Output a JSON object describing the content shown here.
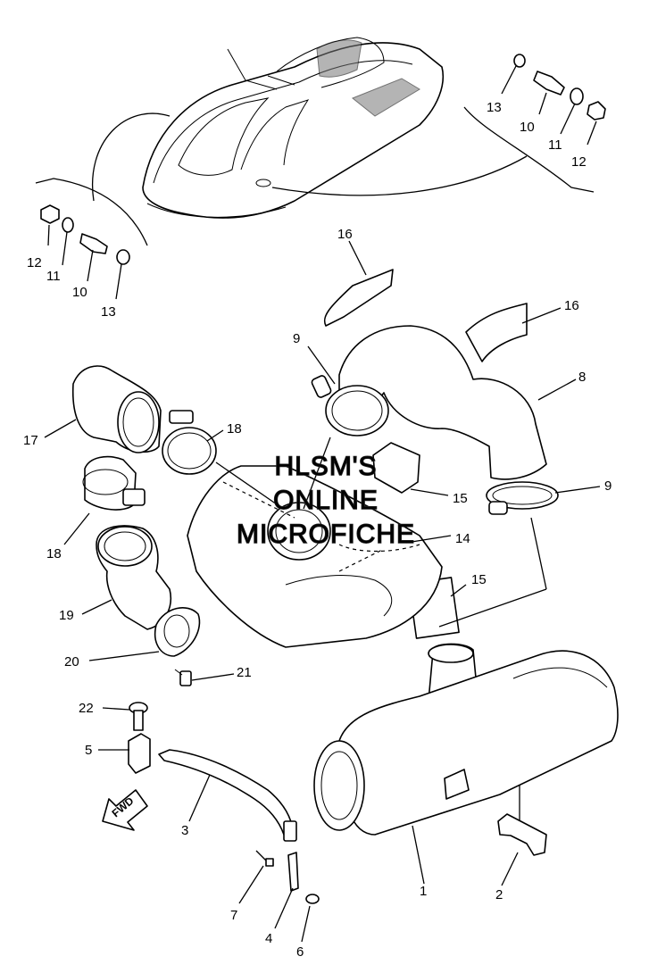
{
  "watermark": {
    "line1": "HLSM'S",
    "line2": "ONLINE",
    "line3": "MICROFICHE"
  },
  "direction_label": "FWD",
  "callouts": {
    "n1": "1",
    "n2": "2",
    "n3": "3",
    "n4": "4",
    "n5": "5",
    "n6": "6",
    "n7": "7",
    "n8": "8",
    "n9a": "9",
    "n9b": "9",
    "n10a": "10",
    "n10b": "10",
    "n11a": "11",
    "n11b": "11",
    "n12a": "12",
    "n12b": "12",
    "n13a": "13",
    "n13b": "13",
    "n14": "14",
    "n15a": "15",
    "n15b": "15",
    "n16a": "16",
    "n16b": "16",
    "n17": "17",
    "n18a": "18",
    "n18b": "18",
    "n19": "19",
    "n20": "20",
    "n21": "21",
    "n22": "22"
  }
}
